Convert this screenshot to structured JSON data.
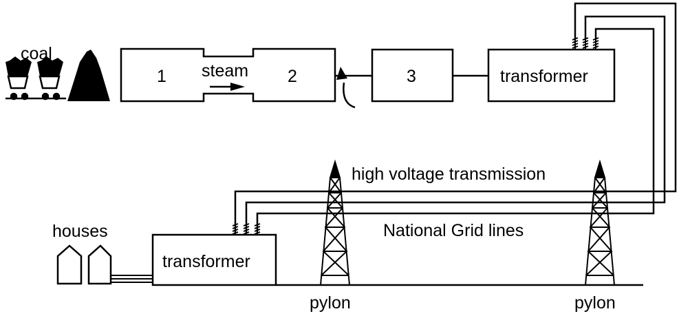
{
  "labels": {
    "coal": "coal",
    "box1": "1",
    "steam": "steam",
    "box2": "2",
    "box3": "3",
    "transformer_top": "transformer",
    "high_voltage": "high voltage transmission",
    "national_grid": "National Grid lines",
    "houses": "houses",
    "transformer_bottom": "transformer",
    "pylon_left": "pylon",
    "pylon_right": "pylon"
  },
  "colors": {
    "stroke": "#000000",
    "background": "#ffffff"
  }
}
